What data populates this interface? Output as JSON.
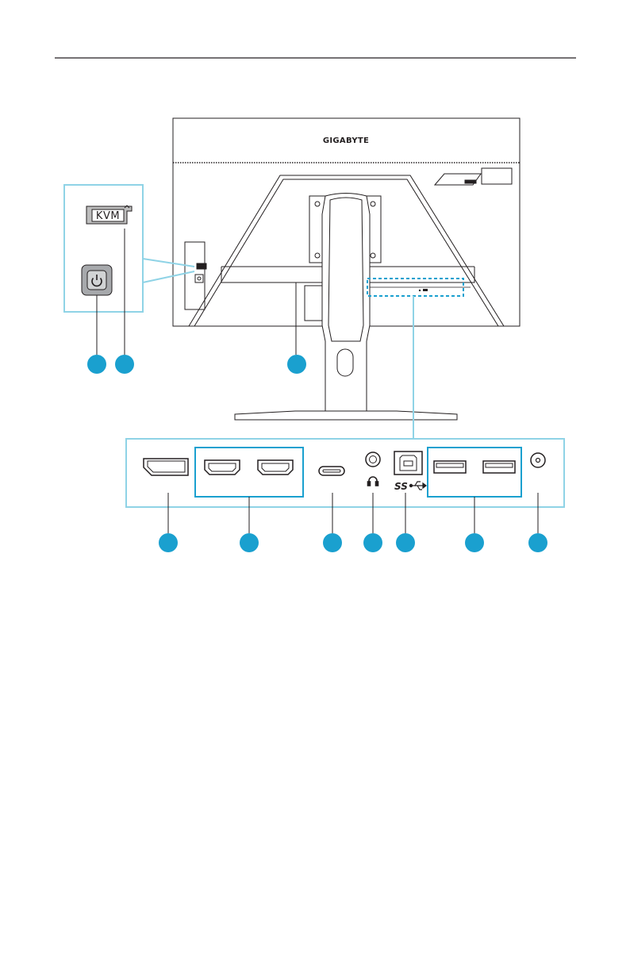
{
  "brand": {
    "logo_text": "GIGABYTE"
  },
  "controls": {
    "kvm_label": "KVM"
  },
  "ports": {
    "usb_superspeed_label": "SS"
  },
  "colors": {
    "callout_outline": "#8fd3e6",
    "callout_dot": "#1aa0cf",
    "line": "#231f20",
    "button_fill": "#a7a9ac"
  },
  "icons": {
    "power": "power-icon",
    "headphone": "headphone-icon",
    "usb": "usb-icon"
  }
}
